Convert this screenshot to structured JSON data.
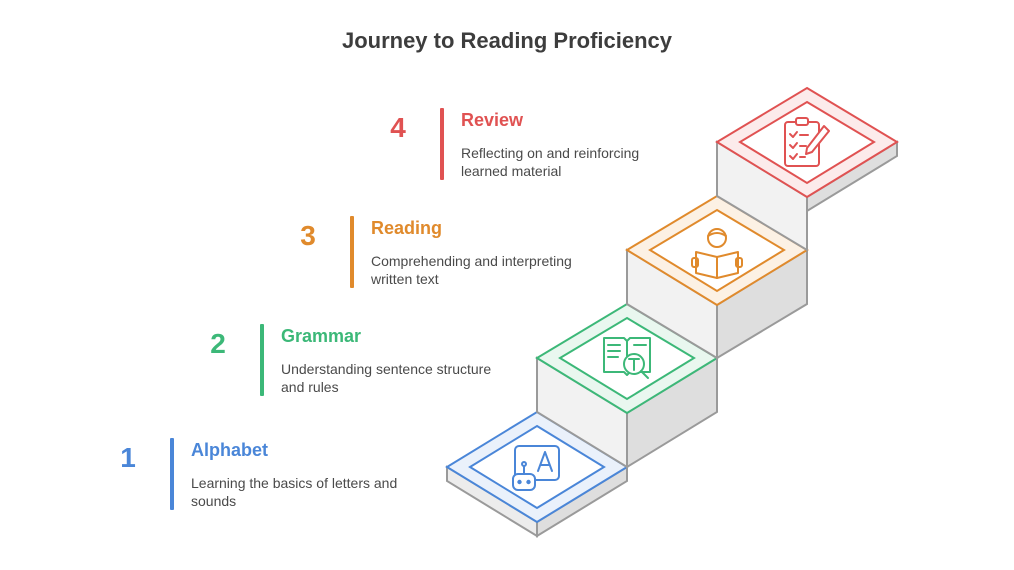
{
  "title": "Journey to Reading Proficiency",
  "steps": [
    {
      "number": "1",
      "heading": "Alphabet",
      "description": "Learning the basics of letters and sounds",
      "color": "#4a86d8",
      "icon": "alphabet-robot-icon"
    },
    {
      "number": "2",
      "heading": "Grammar",
      "description": "Understanding sentence structure and rules",
      "color": "#3cb878",
      "icon": "book-search-icon"
    },
    {
      "number": "3",
      "heading": "Reading",
      "description": "Comprehending and interpreting written text",
      "color": "#e08a2c",
      "icon": "person-reading-icon"
    },
    {
      "number": "4",
      "heading": "Review",
      "description": "Reflecting on and reinforcing learned material",
      "color": "#e05252",
      "icon": "clipboard-checklist-icon"
    }
  ]
}
